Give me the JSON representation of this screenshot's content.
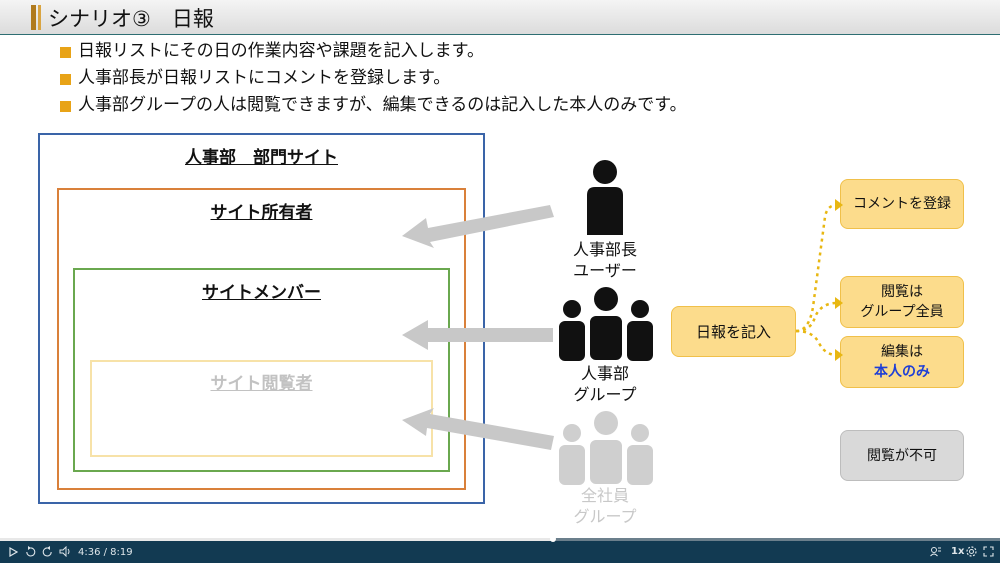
{
  "slide": {
    "title": "シナリオ③　日報",
    "bullets": [
      "日報リストにその日の作業内容や課題を記入します。",
      "人事部長が日報リストにコメントを登録します。",
      "人事部グループの人は閲覧できますが、編集できるのは記入した本人のみです。"
    ],
    "boxes": {
      "department_site": "人事部　部門サイト",
      "site_owner": "サイト所有者",
      "site_member": "サイトメンバー",
      "site_visitor": "サイト閲覧者"
    },
    "people": {
      "manager": [
        "人事部長",
        "ユーザー"
      ],
      "group": [
        "人事部",
        "グループ"
      ],
      "all_staff": [
        "全社員",
        "グループ"
      ]
    },
    "actions": {
      "enter_report": "日報を記入",
      "comment": "コメントを登録",
      "view_all": [
        "閲覧は",
        "グループ全員"
      ],
      "edit_self": [
        "編集は",
        "本人のみ"
      ],
      "no_view": "閲覧が不可"
    },
    "colors": {
      "dept_border": "#3a64a8",
      "owner_border": "#d9803a",
      "member_border": "#6aa84f",
      "visitor_border": "#f7e2a8",
      "action_fill": "#fcdc8c",
      "action_border": "#f0c04a",
      "highlight_text": "#1f3fd6",
      "gray_fill": "#d9d9d9"
    }
  },
  "player": {
    "time": "4:36 / 8:19",
    "progress": 0.553,
    "speed": "1x",
    "icons": [
      "play-icon",
      "rewind-icon",
      "forward-icon",
      "volume-icon",
      "captions-icon",
      "speed-icon",
      "settings-icon",
      "fullscreen-icon"
    ]
  }
}
